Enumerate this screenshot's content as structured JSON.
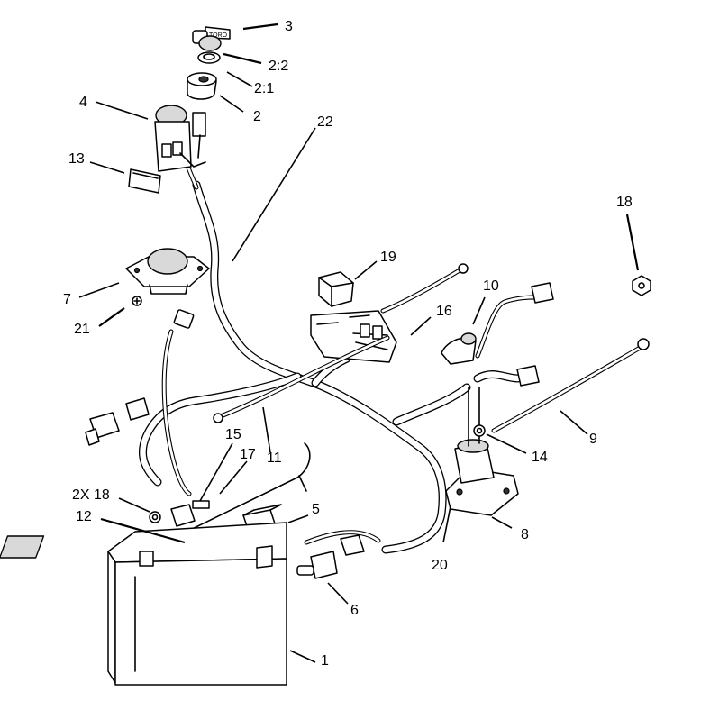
{
  "colors": {
    "ink": "#000000",
    "background": "#ffffff",
    "shade": "#d9d9d9"
  },
  "callouts": {
    "c1": "1",
    "c2": "2",
    "c2_1": "2:1",
    "c2_2": "2:2",
    "c3": "3",
    "c4": "4",
    "c5": "5",
    "c6": "6",
    "c7": "7",
    "c8": "8",
    "c9": "9",
    "c10": "10",
    "c11": "11",
    "c12": "12",
    "c13": "13",
    "c14": "14",
    "c15": "15",
    "c16": "16",
    "c17": "17",
    "c18": "18",
    "c18b": "2X 18",
    "c19": "19",
    "c20": "20",
    "c21": "21",
    "c22": "22"
  },
  "key_brand": "TORO"
}
